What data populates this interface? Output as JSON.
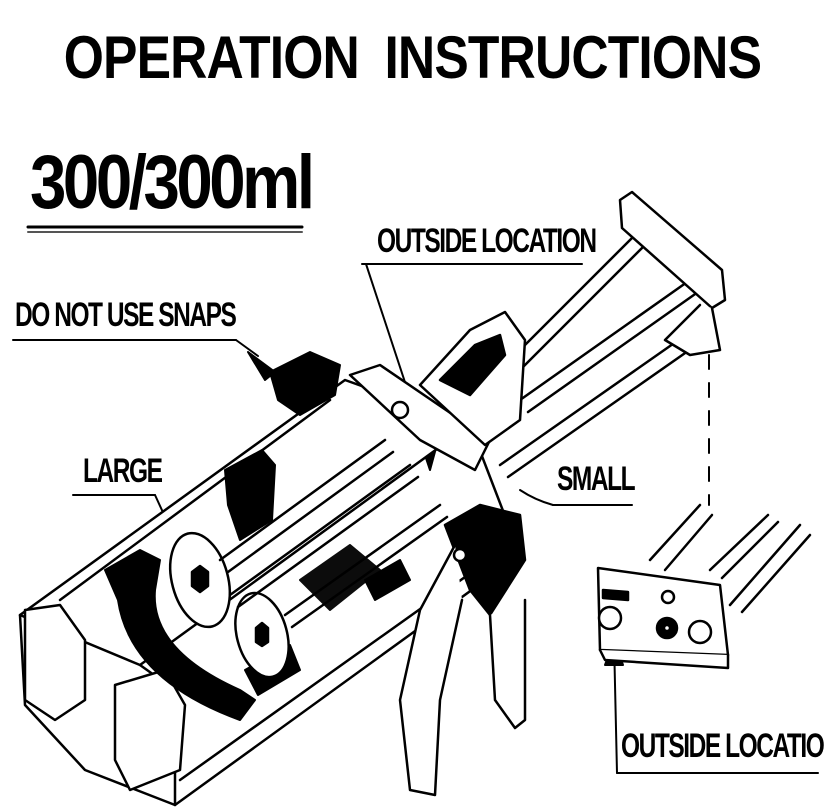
{
  "title": "OPERATION  INSTRUCTIONS",
  "model_size": "300/300ml",
  "callouts": {
    "outside_location_top": "OUTSIDE LOCATION",
    "do_not_use_snaps": "DO NOT USE SNAPS",
    "large": "LARGE",
    "small": "SMALL",
    "outside_location_bottom": "OUTSIDE LOCATION"
  },
  "colors": {
    "ink": "#000000",
    "paper": "#ffffff"
  },
  "illustration": {
    "subject": "dual-cartridge dispensing gun",
    "detail_inset": "plunger plate with rods"
  }
}
